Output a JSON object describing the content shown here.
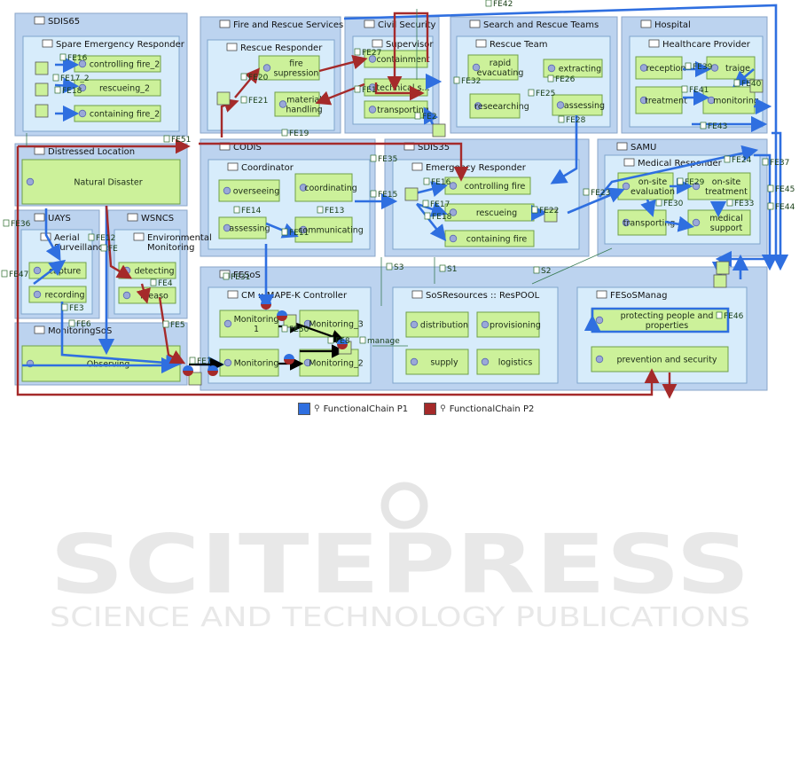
{
  "colors": {
    "chain_p1": "#2f6fe0",
    "chain_p2": "#a52a2a",
    "component_fill": "#bcd3ef",
    "function_fill": "#ccf19a"
  },
  "legend": {
    "p1": "FunctionalChain P1",
    "p2": "FunctionalChain P2"
  },
  "watermark": {
    "line1": "SCITEPRESS",
    "line2": "SCIENCE AND TECHNOLOGY PUBLICATIONS"
  },
  "boxes": [
    {
      "id": "sdis65",
      "label": "SDIS65",
      "kind": "outer"
    },
    {
      "id": "spare-responder",
      "label": "Spare Emergency Responder",
      "kind": "inner"
    },
    {
      "id": "fire-rescue",
      "label": "Fire and Rescue Services",
      "kind": "outer"
    },
    {
      "id": "rescue-responder",
      "label": "Rescue Responder",
      "kind": "inner"
    },
    {
      "id": "civil-security",
      "label": "Civil Security",
      "kind": "outer"
    },
    {
      "id": "supervisor",
      "label": "Supervisor",
      "kind": "inner"
    },
    {
      "id": "search-rescue",
      "label": "Search and Rescue Teams",
      "kind": "outer"
    },
    {
      "id": "rescue-team",
      "label": "Rescue Team",
      "kind": "inner"
    },
    {
      "id": "hospital",
      "label": "Hospital",
      "kind": "outer"
    },
    {
      "id": "healthcare",
      "label": "Healthcare Provider",
      "kind": "inner"
    },
    {
      "id": "distressed",
      "label": "Distressed Location",
      "kind": "outer"
    },
    {
      "id": "codis",
      "label": "CODIS",
      "kind": "outer"
    },
    {
      "id": "coordinator",
      "label": "Coordinator",
      "kind": "inner"
    },
    {
      "id": "sdis35",
      "label": "SDIS35",
      "kind": "outer"
    },
    {
      "id": "emergency-responder",
      "label": "Emergency Responder",
      "kind": "inner"
    },
    {
      "id": "samu",
      "label": "SAMU",
      "kind": "outer"
    },
    {
      "id": "medical-responder",
      "label": "Medical Responder",
      "kind": "inner"
    },
    {
      "id": "uays",
      "label": "UAYS",
      "kind": "outer"
    },
    {
      "id": "aerial",
      "label": "Aerial Surveillance",
      "kind": "inner"
    },
    {
      "id": "wsncs",
      "label": "WSNCS",
      "kind": "outer"
    },
    {
      "id": "env-monitoring",
      "label": "Environmental Monitoring",
      "kind": "inner"
    },
    {
      "id": "monitoringsos",
      "label": "MonitoringSoS",
      "kind": "outer"
    },
    {
      "id": "fesos",
      "label": "FESoS",
      "kind": "outer"
    },
    {
      "id": "mapek",
      "label": "CM :: MAPE-K Controller",
      "kind": "inner"
    },
    {
      "id": "resources",
      "label": "SoSResources :: ResPOOL",
      "kind": "inner"
    },
    {
      "id": "fesosmanag",
      "label": "FESoSManag",
      "kind": "inner"
    }
  ],
  "functions": [
    {
      "id": "controlling-fire-2",
      "label": "controlling fire_2"
    },
    {
      "id": "rescueing-2",
      "label": "rescueing_2"
    },
    {
      "id": "containing-fire-2",
      "label": "containing fire_2"
    },
    {
      "id": "fire-supression",
      "label": "fire supression"
    },
    {
      "id": "material-handling",
      "label": "material handling"
    },
    {
      "id": "containment",
      "label": "containment"
    },
    {
      "id": "technical-s",
      "label": "technical s..."
    },
    {
      "id": "transporting-cs",
      "label": "transporting"
    },
    {
      "id": "rapid-evacuating",
      "label": "rapid evacuating"
    },
    {
      "id": "extracting",
      "label": "extracting"
    },
    {
      "id": "reseearching",
      "label": "reseearching"
    },
    {
      "id": "assessing-rt",
      "label": "assessing"
    },
    {
      "id": "reception",
      "label": "reception"
    },
    {
      "id": "traige",
      "label": "traige"
    },
    {
      "id": "treatment",
      "label": "treatment"
    },
    {
      "id": "monitoring-h",
      "label": "monitoring"
    },
    {
      "id": "natural-disaster",
      "label": "Natural Disaster"
    },
    {
      "id": "overseeing",
      "label": "overseeing"
    },
    {
      "id": "coordinating",
      "label": "coordinating"
    },
    {
      "id": "assessing-c",
      "label": "assessing"
    },
    {
      "id": "communicating",
      "label": "communicating"
    },
    {
      "id": "controlling-fire",
      "label": "controlling fire"
    },
    {
      "id": "rescueing",
      "label": "rescueing"
    },
    {
      "id": "containing-fire",
      "label": "containing fire"
    },
    {
      "id": "on-site-evaluation",
      "label": "on-site evaluation"
    },
    {
      "id": "on-site-treatment",
      "label": "on-site treatment"
    },
    {
      "id": "transporting-m",
      "label": "transporting"
    },
    {
      "id": "medical-support",
      "label": "medical support"
    },
    {
      "id": "capture",
      "label": "capture"
    },
    {
      "id": "recording",
      "label": "recording"
    },
    {
      "id": "detecting",
      "label": "detecting"
    },
    {
      "id": "measo",
      "label": "measo"
    },
    {
      "id": "observing",
      "label": "Observing"
    },
    {
      "id": "monitoring-1",
      "label": "Monitoring 1"
    },
    {
      "id": "monitoring-3",
      "label": "Monitoring_3"
    },
    {
      "id": "monitoring-a",
      "label": "Monitoring"
    },
    {
      "id": "monitoring-2",
      "label": "Monitoring_2"
    },
    {
      "id": "distribution",
      "label": "distribution"
    },
    {
      "id": "provisioning",
      "label": "provisioning"
    },
    {
      "id": "supply",
      "label": "supply"
    },
    {
      "id": "logistics",
      "label": "logistics"
    },
    {
      "id": "protecting-people",
      "label": "protecting people and properties"
    },
    {
      "id": "prevention-security",
      "label": "prevention and security"
    }
  ],
  "exchange_labels": [
    {
      "id": "fe42",
      "label": "FE42"
    },
    {
      "id": "fe16",
      "label": "FE16"
    },
    {
      "id": "fe17-2",
      "label": "FE17_2"
    },
    {
      "id": "fe18",
      "label": "FE18"
    },
    {
      "id": "fe20",
      "label": "FE20"
    },
    {
      "id": "fe21",
      "label": "FE21"
    },
    {
      "id": "fe27",
      "label": "FE27"
    },
    {
      "id": "fe1",
      "label": "FE1"
    },
    {
      "id": "fe2",
      "label": "FE2"
    },
    {
      "id": "fe32",
      "label": "FE32"
    },
    {
      "id": "fe25",
      "label": "FE25"
    },
    {
      "id": "fe26",
      "label": "FE26"
    },
    {
      "id": "fe28",
      "label": "FE28"
    },
    {
      "id": "fe39",
      "label": "FE39"
    },
    {
      "id": "fe40",
      "label": "FE40"
    },
    {
      "id": "fe41",
      "label": "FE41"
    },
    {
      "id": "fe43",
      "label": "FE43"
    },
    {
      "id": "fe51",
      "label": "FE51"
    },
    {
      "id": "fe19",
      "label": "FE19"
    },
    {
      "id": "fe35",
      "label": "FE35"
    },
    {
      "id": "fe14",
      "label": "FE14"
    },
    {
      "id": "fe13",
      "label": "FE13"
    },
    {
      "id": "fe11",
      "label": "FE11"
    },
    {
      "id": "fe15",
      "label": "FE15"
    },
    {
      "id": "fe16b",
      "label": "FE16"
    },
    {
      "id": "fe17",
      "label": "FE17"
    },
    {
      "id": "fe18b",
      "label": "FE18"
    },
    {
      "id": "fe22",
      "label": "FE22"
    },
    {
      "id": "fe23",
      "label": "FE23"
    },
    {
      "id": "fe24",
      "label": "FE24"
    },
    {
      "id": "fe29",
      "label": "FE29"
    },
    {
      "id": "fe30",
      "label": "FE30"
    },
    {
      "id": "fe33",
      "label": "FE33"
    },
    {
      "id": "fe37",
      "label": "FE37"
    },
    {
      "id": "fe45",
      "label": "FE45"
    },
    {
      "id": "fe44",
      "label": "FE44"
    },
    {
      "id": "fe36",
      "label": "FE36"
    },
    {
      "id": "fe12",
      "label": "FE12"
    },
    {
      "id": "fe47",
      "label": "FE47"
    },
    {
      "id": "fe3",
      "label": "FE3"
    },
    {
      "id": "fe4",
      "label": "FE4"
    },
    {
      "id": "fe6",
      "label": "FE6"
    },
    {
      "id": "fe5",
      "label": "FE5"
    },
    {
      "id": "fe7",
      "label": "FE7"
    },
    {
      "id": "fe31",
      "label": "FE31"
    },
    {
      "id": "fe50",
      "label": "FE50"
    },
    {
      "id": "fe8",
      "label": "FE8"
    },
    {
      "id": "fe46",
      "label": "FE46"
    },
    {
      "id": "s3",
      "label": "S3"
    },
    {
      "id": "s1",
      "label": "S1"
    },
    {
      "id": "s2",
      "label": "S2"
    },
    {
      "id": "manage",
      "label": "manage"
    },
    {
      "id": "fe",
      "label": "FE"
    }
  ]
}
